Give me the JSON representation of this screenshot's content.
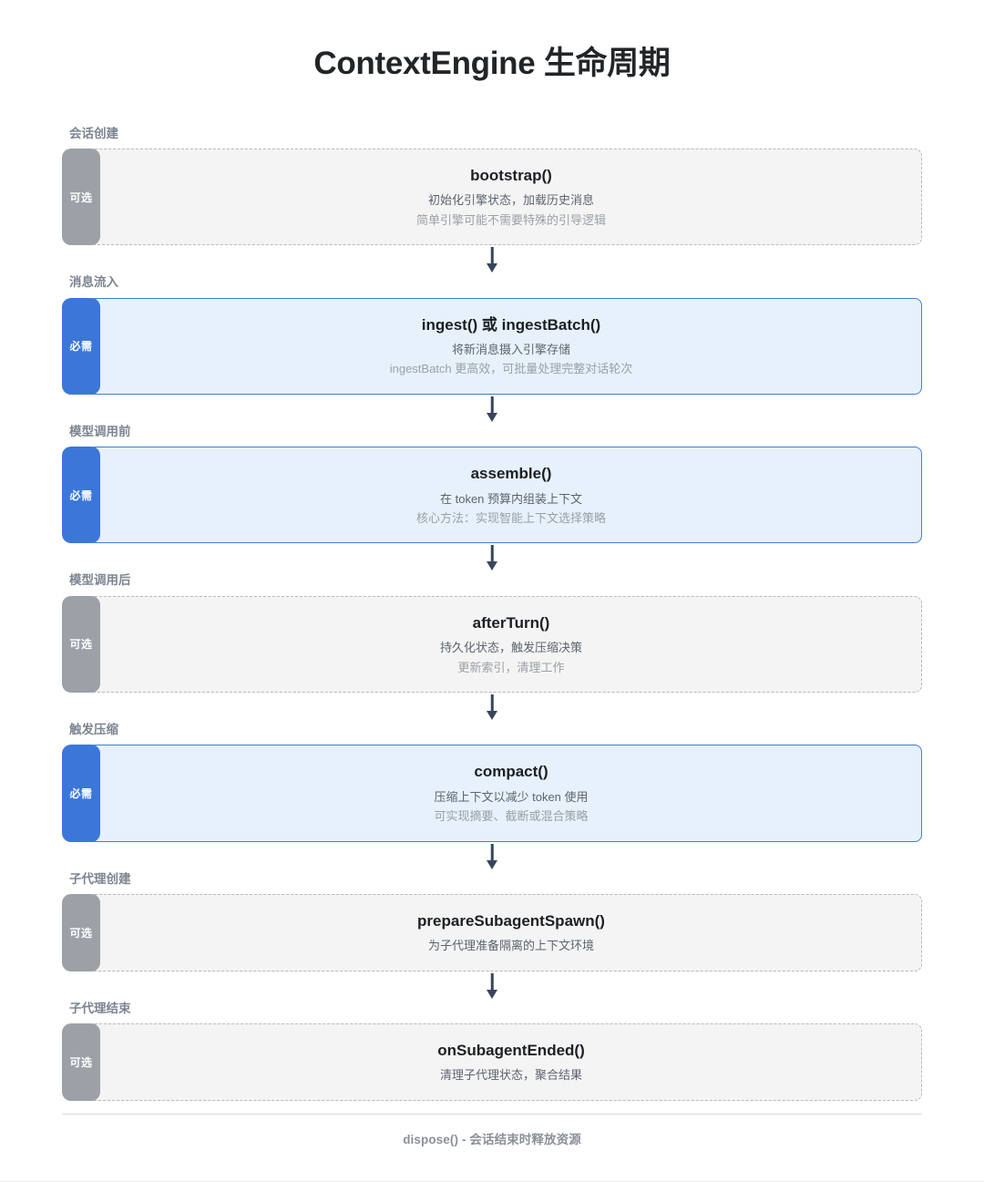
{
  "header": {
    "title": "ContextEngine 生命周期"
  },
  "badges": {
    "required": "必需",
    "optional": "可选"
  },
  "stages": [
    {
      "stage_label": "会话创建",
      "badge": "可选",
      "kind": "optional",
      "title": "bootstrap()",
      "desc1": "初始化引擎状态，加载历史消息",
      "desc2": "简单引擎可能不需要特殊的引导逻辑"
    },
    {
      "stage_label": "消息流入",
      "badge": "必需",
      "kind": "required",
      "title": "ingest() 或 ingestBatch()",
      "desc1": "将新消息摄入引擎存储",
      "desc2": "ingestBatch 更高效，可批量处理完整对话轮次"
    },
    {
      "stage_label": "模型调用前",
      "badge": "必需",
      "kind": "required",
      "title": "assemble()",
      "desc1": "在 token 预算内组装上下文",
      "desc2": "核心方法：实现智能上下文选择策略"
    },
    {
      "stage_label": "模型调用后",
      "badge": "可选",
      "kind": "optional",
      "title": "afterTurn()",
      "desc1": "持久化状态，触发压缩决策",
      "desc2": "更新索引，清理工作"
    },
    {
      "stage_label": "触发压缩",
      "badge": "必需",
      "kind": "required",
      "title": "compact()",
      "desc1": "压缩上下文以减少 token 使用",
      "desc2": "可实现摘要、截断或混合策略"
    },
    {
      "stage_label": "子代理创建",
      "badge": "可选",
      "kind": "optional",
      "title": "prepareSubagentSpawn()",
      "desc1": "为子代理准备隔离的上下文环境",
      "desc2": ""
    },
    {
      "stage_label": "子代理结束",
      "badge": "可选",
      "kind": "optional",
      "title": "onSubagentEnded()",
      "desc1": "清理子代理状态，聚合结果",
      "desc2": ""
    }
  ],
  "footer": {
    "text": "dispose() - 会话结束时释放资源"
  },
  "colors": {
    "required_badge": "#3b77d8",
    "required_card_bg": "#e6f1fc",
    "required_card_border": "#3f7ed1",
    "optional_badge": "#9ba1a6",
    "optional_card_bg": "#f4f4f5",
    "optional_card_border": "#b6b9bd",
    "arrow": "#37465c",
    "title": "#222528",
    "stage_label": "#7c8591"
  }
}
